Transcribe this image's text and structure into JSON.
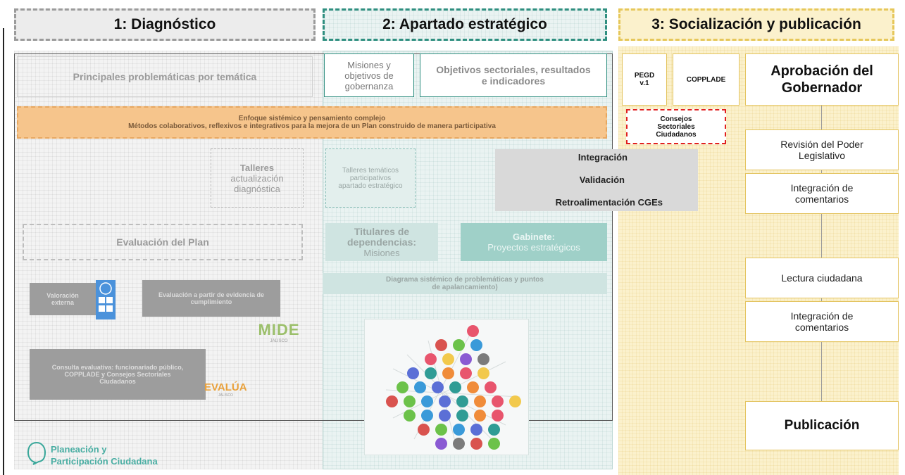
{
  "headers": {
    "h1": "1: Diagnóstico",
    "h2": "2: Apartado estratégico",
    "h3": "3: Socialización y publicación"
  },
  "diagnostico": {
    "problematicas": "Principales problemáticas por temática",
    "enfoque_line1": "Enfoque sistémico y pensamiento complejo",
    "enfoque_line2": "Métodos colaborativos, reflexivos e integrativos para la mejora de un Plan construido de manera participativa",
    "talleres_title": "Talleres",
    "talleres_sub": "actualización diagnóstica",
    "evaluacion": "Evaluación del Plan",
    "valoracion": "Valoración externa",
    "evaluacion_evidencia": "Evaluación a partir de evidencia de cumplimiento",
    "mide_logo": "MIDE",
    "mide_sub": "JALISCO",
    "consulta": "Consulta evaluativa: funcionariado público, COPPLADE y Consejos Sectoriales Ciudadanos",
    "evalua_logo": "EVALÚA",
    "evalua_sub": "JALISCO",
    "footer_logo_line1": "Planeación y",
    "footer_logo_line2": "Participación Ciudadana"
  },
  "estrategico": {
    "misiones": "Misiones y objetivos de gobernanza",
    "objetivos": "Objetivos sectoriales, resultados e indicadores",
    "talleres_tematicos": "Talleres temáticos participativos apartado estratégico",
    "integracion": "Integración",
    "validacion": "Validación",
    "retroalimentacion": "Retroalimentación CGEs",
    "titulares_title": "Titulares de dependencias:",
    "titulares_sub": "Misiones",
    "gabinete_title": "Gabinete:",
    "gabinete_sub": "Proyectos estratégicos",
    "diagrama": "Diagrama sistémico de problemáticas y puntos de apalancamiento)"
  },
  "socializacion": {
    "pegd": "PEGD v.1",
    "copplade": "COPPLADE",
    "aprobacion": "Aprobación del Gobernador",
    "consejos": "Consejos Sectoriales Ciudadanos",
    "revision": "Revisión del Poder Legislativo",
    "integracion1": "Integración de comentarios",
    "lectura": "Lectura ciudadana",
    "integracion2": "Integración de comentarios",
    "publicacion": "Publicación"
  },
  "colors": {
    "header1_border": "#9b9b9b",
    "header2_border": "#2f8f80",
    "header3_border": "#e6c75a",
    "enfoque_fill": "#f6c58c",
    "consejos_border": "#e02020",
    "timeline_border": "#e3c35e"
  },
  "un_logo_icon": "un-emblem-icon",
  "dot_colors": [
    "#e8556d",
    "#7b7b7b",
    "#3a9ad9",
    "#f08c3a",
    "#8a5ad3",
    "#6cc24a",
    "#2f9c95",
    "#f2c94c",
    "#d9534f",
    "#5b6fd6"
  ]
}
